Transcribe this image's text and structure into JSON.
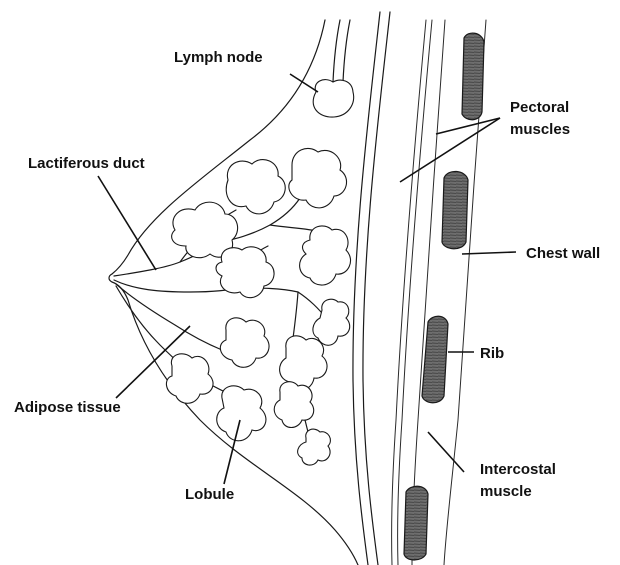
{
  "labels": {
    "lymph_node": "Lymph node",
    "pectoral_muscles_line1": "Pectoral",
    "pectoral_muscles_line2": "muscles",
    "lactiferous_duct": "Lactiferous duct",
    "chest_wall": "Chest wall",
    "rib": "Rib",
    "adipose_tissue": "Adipose tissue",
    "intercostal_muscle_line1": "Intercostal",
    "intercostal_muscle_line2": "muscle",
    "lobule": "Lobule"
  },
  "colors": {
    "line": "#1a1a1a",
    "rib_fill": "#6e6e6e",
    "background": "#ffffff"
  }
}
